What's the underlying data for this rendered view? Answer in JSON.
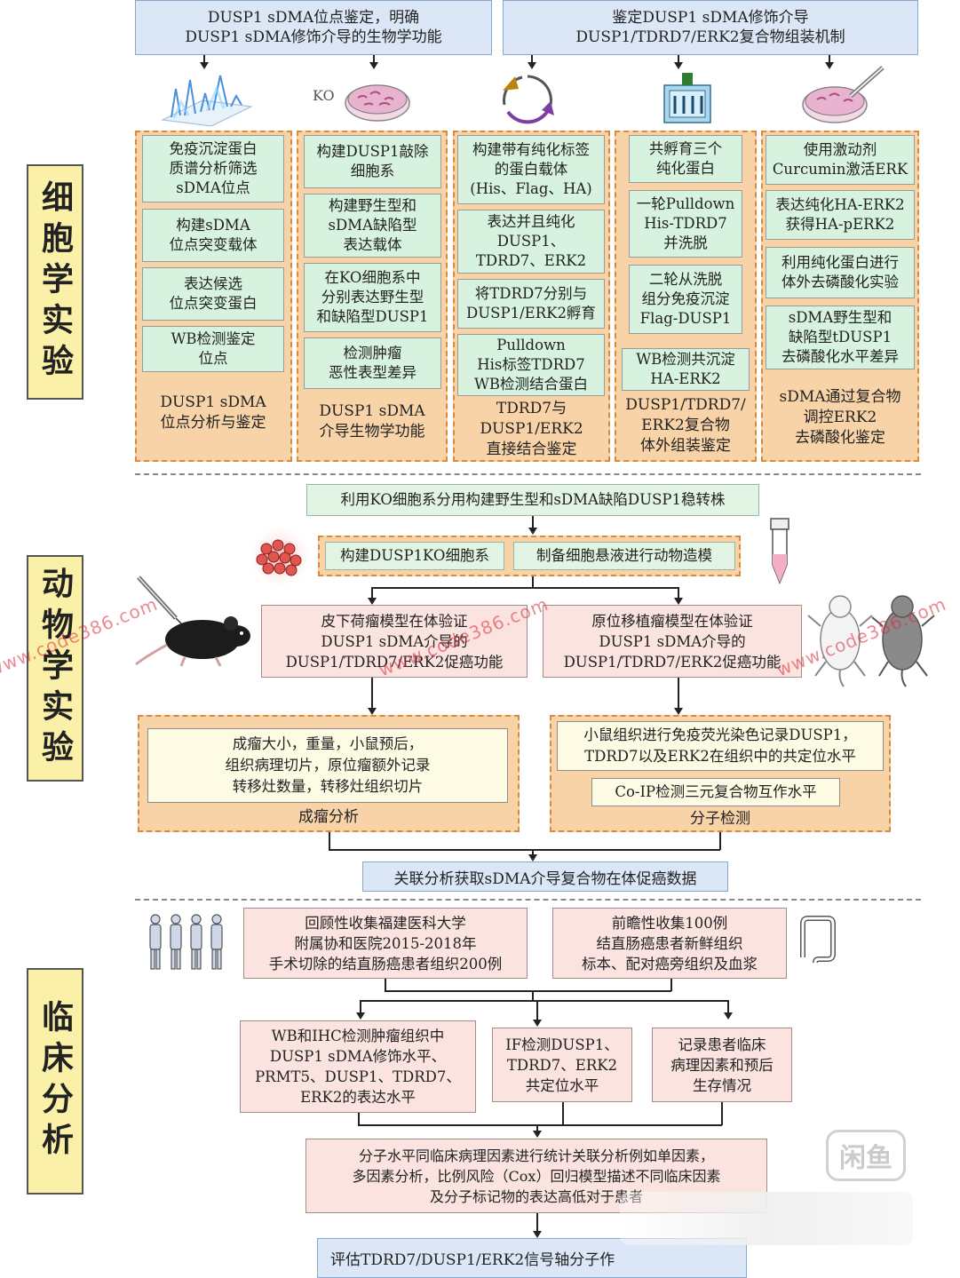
{
  "top": {
    "left": "DUSP1 sDMA位点鉴定，明确\nDUSP1 sDMA修饰介导的生物学功能",
    "right": "鉴定DUSP1 sDMA修饰介导\nDUSP1/TDRD7/ERK2复合物组装机制"
  },
  "icons": {
    "ko_label": "KO"
  },
  "sections": {
    "cell": "细胞学实验",
    "animal": "动物学实验",
    "clinical": "临床分析"
  },
  "cell_columns": [
    {
      "items": [
        "免疫沉淀蛋白\n质谱分析筛选\nsDMA位点",
        "构建sDMA\n位点突变载体",
        "表达候选\n位点突变蛋白",
        "WB检测鉴定\n位点"
      ],
      "caption": "DUSP1 sDMA\n位点分析与鉴定"
    },
    {
      "items": [
        "构建DUSP1敲除\n细胞系",
        "构建野生型和\nsDMA缺陷型\n表达载体",
        "在KO细胞系中\n分别表达野生型\n和缺陷型DUSP1",
        "检测肿瘤\n恶性表型差异"
      ],
      "caption": "DUSP1 sDMA\n介导生物学功能"
    },
    {
      "items": [
        "构建带有纯化标签\n的蛋白载体\n(His、Flag、HA)",
        "表达并且纯化\nDUSP1、\nTDRD7、ERK2",
        "将TDRD7分别与\nDUSP1/ERK2孵育",
        "Pulldown\nHis标签TDRD7\nWB检测结合蛋白"
      ],
      "caption": "TDRD7与\nDUSP1/ERK2\n直接结合鉴定"
    },
    {
      "items": [
        "共孵育三个\n纯化蛋白",
        "一轮Pulldown\nHis-TDRD7\n并洗脱",
        "二轮从洗脱\n组分免疫沉淀\nFlag-DUSP1",
        "WB检测共沉淀\nHA-ERK2"
      ],
      "caption": "DUSP1/TDRD7/\nERK2复合物\n体外组装鉴定"
    },
    {
      "items": [
        "使用激动剂\nCurcumin激活ERK",
        "表达纯化HA-ERK2\n获得HA-pERK2",
        "利用纯化蛋白进行\n体外去磷酸化实验",
        "sDMA野生型和\n缺陷型tDUSP1\n去磷酸化水平差异"
      ],
      "caption": "sDMA通过复合物\n调控ERK2\n去磷酸化鉴定"
    }
  ],
  "animal": {
    "stable_line": "利用KO细胞系分用构建野生型和sDMA缺陷DUSP1稳转株",
    "build_ko": "构建DUSP1KO细胞系",
    "prepare_suspension": "制备细胞悬液进行动物造模",
    "subcutaneous": "皮下荷瘤模型在体验证\nDUSP1 sDMA介导的\nDUSP1/TDRD7/ERK2促癌功能",
    "orthotopic": "原位移植瘤模型在体验证\nDUSP1 sDMA介导的\nDUSP1/TDRD7/ERK2促癌功能",
    "tumor_measure": "成瘤大小，重量，小鼠预后，\n组织病理切片，原位瘤额外记录\n转移灶数量，转移灶组织切片",
    "tumor_caption": "成瘤分析",
    "if_stain": "小鼠组织进行免疫荧光染色记录DUSP1，\nTDRD7以及ERK2在组织中的共定位水平",
    "coip": "Co-IP检测三元复合物互作水平",
    "molecular_caption": "分子检测",
    "correlation": "关联分析获取sDMA介导复合物在体促癌数据"
  },
  "clinical": {
    "retrospective": "回顾性收集福建医科大学\n附属协和医院2015-2018年\n手术切除的结直肠癌患者组织200例",
    "prospective": "前瞻性收集100例\n结直肠癌患者新鲜组织\n标本、配对癌旁组织及血浆",
    "wb_ihc": "WB和IHC检测肿瘤组织中\nDUSP1 sDMA修饰水平、\nPRMT5、DUSP1、TDRD7、\nERK2的表达水平",
    "if_detect": "IF检测DUSP1、\nTDRD7、ERK2\n共定位水平",
    "record": "记录患者临床\n病理因素和预后\n生存情况",
    "statistics": "分子水平同临床病理因素进行统计关联分析例如单因素，\n多因素分析，比例风险（Cox）回归模型描述不同临床因素\n及分子标记物的表达高低对于患者",
    "evaluate": "评估TDRD7/DUSP1/ERK2信号轴分子作"
  },
  "watermarks": [
    "www.code386.com",
    "www.code386.com",
    "www.code386.com"
  ],
  "logo_text": "闲鱼",
  "colors": {
    "top_box": "#dbe7f6",
    "section_title": "#fbf0a8",
    "orange_column": "#f8d3a8",
    "green_box": "#d7f3df",
    "pink_box": "#fbe4df",
    "yellow_box": "#fdfbe3"
  }
}
